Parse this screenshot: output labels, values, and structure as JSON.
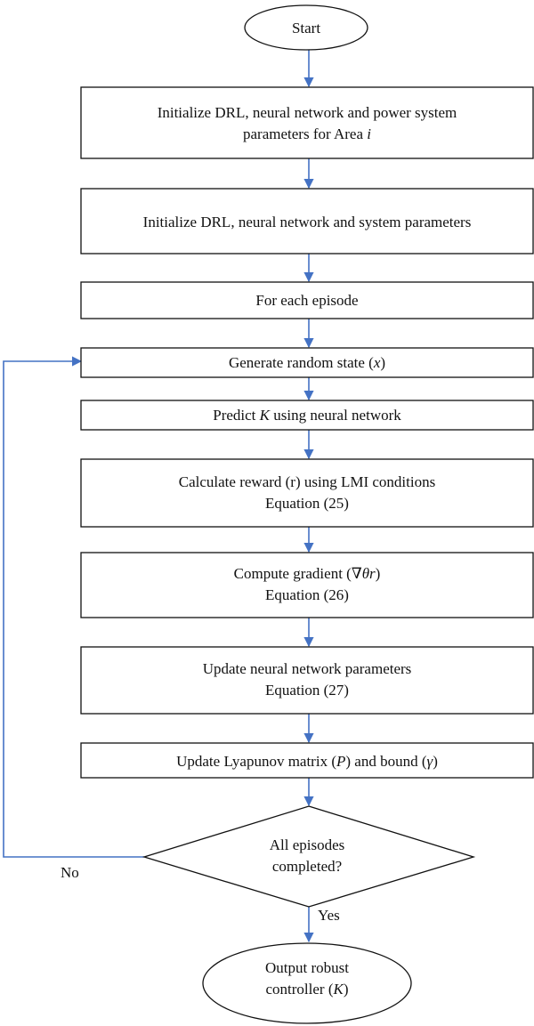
{
  "nodes": {
    "start": {
      "lines": [
        [
          {
            "t": "Start"
          }
        ]
      ]
    },
    "init_area": {
      "lines": [
        [
          {
            "t": "Initialize DRL, neural network and power system"
          }
        ],
        [
          {
            "t": "parameters for Area "
          },
          {
            "t": "i",
            "i": true
          }
        ]
      ]
    },
    "init_system": {
      "lines": [
        [
          {
            "t": "Initialize DRL, neural network and system parameters"
          }
        ]
      ]
    },
    "for_each": {
      "lines": [
        [
          {
            "t": "For each episode"
          }
        ]
      ]
    },
    "generate_state": {
      "lines": [
        [
          {
            "t": "Generate random state ("
          },
          {
            "t": "x",
            "i": true
          },
          {
            "t": ")"
          }
        ]
      ]
    },
    "predict_k": {
      "lines": [
        [
          {
            "t": "Predict "
          },
          {
            "t": "K",
            "i": true
          },
          {
            "t": " using neural network"
          }
        ]
      ]
    },
    "calc_reward": {
      "lines": [
        [
          {
            "t": "Calculate reward (r) using LMI conditions"
          }
        ],
        [
          {
            "t": "Equation (25)"
          }
        ]
      ]
    },
    "compute_grad": {
      "lines": [
        [
          {
            "t": "Compute gradient (∇"
          },
          {
            "t": "θr",
            "i": true
          },
          {
            "t": ")"
          }
        ],
        [
          {
            "t": "Equation (26)"
          }
        ]
      ]
    },
    "update_nn": {
      "lines": [
        [
          {
            "t": "Update neural network parameters"
          }
        ],
        [
          {
            "t": "Equation (27)"
          }
        ]
      ]
    },
    "update_lyap": {
      "lines": [
        [
          {
            "t": "Update Lyapunov matrix ("
          },
          {
            "t": "P",
            "i": true
          },
          {
            "t": ") and bound ("
          },
          {
            "t": "γ",
            "i": true
          },
          {
            "t": ")"
          }
        ]
      ]
    },
    "decision": {
      "lines": [
        [
          {
            "t": "All episodes"
          }
        ],
        [
          {
            "t": "completed?"
          }
        ]
      ]
    },
    "output": {
      "lines": [
        [
          {
            "t": "Output robust"
          }
        ],
        [
          {
            "t": "controller ("
          },
          {
            "t": "K",
            "i": true
          },
          {
            "t": ")"
          }
        ]
      ]
    }
  },
  "edges": {
    "no_label": "No",
    "yes_label": "Yes"
  },
  "colors": {
    "connector": "#4472c4",
    "border": "#111111"
  }
}
